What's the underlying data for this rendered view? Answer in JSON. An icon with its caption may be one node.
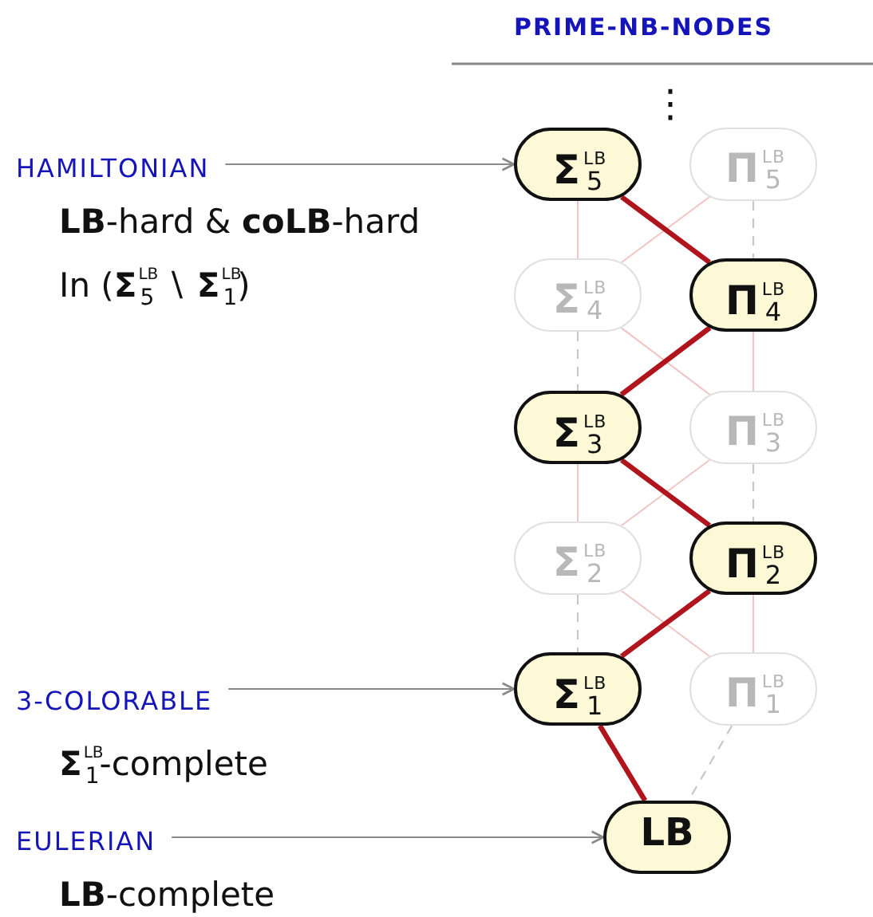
{
  "diagram": {
    "title": "PRIME-NB-NODES",
    "nodes": [
      {
        "text": [
          "HAMILTONIAN"
        ],
        "beside": [
          "**LB**-hard & **coLB**-hard",
          "In (**Σ**$^{LB}$$_{5}$ ∖ **Σ**$^{LB}$$_{1}$)"
        ]
      },
      {
        "text": [
          "**Σ**$^{LB}$$_{5}$"
        ]
      },
      {
        "text": [
          "**Π**$^{LB}$$_{5}$"
        ]
      },
      {
        "text": [
          "**Σ**$^{LB}$$_{4}$"
        ]
      },
      {
        "text": [
          "**Π**$^{LB}$$_{4}$"
        ]
      },
      {
        "text": [
          "**Σ**$^{LB}$$_{3}$"
        ]
      },
      {
        "text": [
          "**Π**$^{LB}$$_{3}$"
        ]
      },
      {
        "text": [
          "**Σ**$^{LB}$$_{2}$"
        ]
      },
      {
        "text": [
          "**Π**$^{LB}$$_{2}$"
        ]
      },
      {
        "text": [
          "3-COLORABLE"
        ],
        "beside": [
          "**Σ**$^{LB}$$_{1}$-complete"
        ]
      },
      {
        "text": [
          "**Σ**$^{LB}$$_{1}$"
        ]
      },
      {
        "text": [
          "**Π**$^{LB}$$_{1}$"
        ]
      },
      {
        "text": [
          "EULERIAN"
        ],
        "beside": [
          "**LB**-complete"
        ]
      },
      {
        "text": [
          "LB"
        ]
      }
    ],
    "edges": [
      {
        "from": 0,
        "to": 1,
        "arrow": "to",
        "color": "#8a8a8a"
      },
      {
        "from": 9,
        "to": 10,
        "arrow": "to",
        "color": "#8a8a8a"
      },
      {
        "from": 12,
        "to": 13,
        "arrow": "to",
        "color": "#8a8a8a"
      },
      {
        "from": 1,
        "to": 4,
        "arrow": "none",
        "style": "thick",
        "color": "#b0141c"
      },
      {
        "from": 4,
        "to": 5,
        "arrow": "none",
        "style": "thick",
        "color": "#b0141c"
      },
      {
        "from": 5,
        "to": 8,
        "arrow": "none",
        "style": "thick",
        "color": "#b0141c"
      },
      {
        "from": 8,
        "to": 10,
        "arrow": "none",
        "style": "thick",
        "color": "#b0141c"
      },
      {
        "from": 10,
        "to": 13,
        "arrow": "none",
        "style": "thick",
        "color": "#b0141c"
      },
      {
        "from": 1,
        "to": 3,
        "arrow": "none"
      },
      {
        "from": 2,
        "to": 3,
        "arrow": "none"
      },
      {
        "from": 2,
        "to": 4,
        "arrow": "none",
        "style": "dashed",
        "color": "#c8c8c8"
      },
      {
        "from": 3,
        "to": 5,
        "arrow": "none",
        "style": "dashed",
        "color": "#c8c8c8"
      },
      {
        "from": 3,
        "to": 6,
        "arrow": "none"
      },
      {
        "from": 4,
        "to": 6,
        "arrow": "none"
      },
      {
        "from": 5,
        "to": 7,
        "arrow": "none"
      },
      {
        "from": 6,
        "to": 7,
        "arrow": "none"
      },
      {
        "from": 6,
        "to": 8,
        "arrow": "none",
        "style": "dashed",
        "color": "#c8c8c8"
      },
      {
        "from": 7,
        "to": 10,
        "arrow": "none",
        "style": "dashed",
        "color": "#c8c8c8"
      },
      {
        "from": 7,
        "to": 11,
        "arrow": "none"
      },
      {
        "from": 8,
        "to": 11,
        "arrow": "none"
      },
      {
        "from": 11,
        "to": 13,
        "arrow": "none",
        "style": "dashed",
        "color": "#c8c8c8"
      }
    ],
    "labels": [
      "⋮"
    ]
  }
}
